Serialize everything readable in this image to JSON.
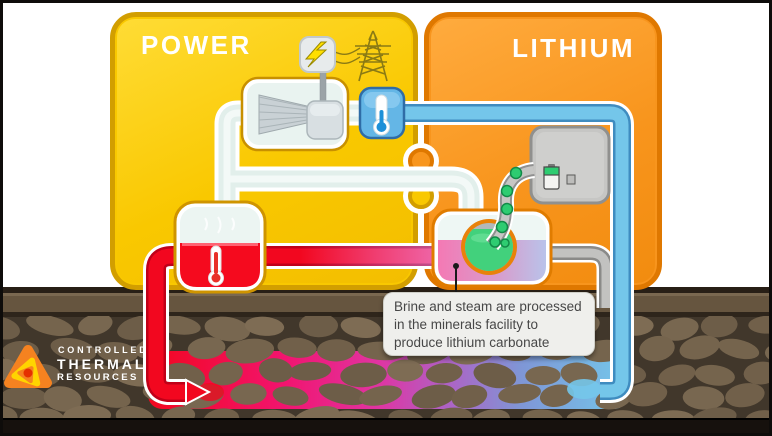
{
  "panels": {
    "power": {
      "label": "POWER",
      "color": "#F9C800"
    },
    "lithium": {
      "label": "LITHIUM",
      "color": "#F8951D"
    }
  },
  "tooltip": {
    "lines": [
      "Brine and steam are processed",
      "in the minerals facility to",
      "produce lithium carbonate"
    ]
  },
  "logo": {
    "lines": [
      "CONTROLLED",
      "THERMAL",
      "RESOURCES"
    ]
  },
  "colors": {
    "hot_brine": "#F2071F",
    "brine_pink": "#EE6FB5",
    "cool_water": "#74C6EA",
    "steam_pipe": "#E2EFEB",
    "lithium_green": "#2ECC71",
    "ground_base": "#41372B",
    "power_panel": "#F9C800",
    "lithium_panel": "#F8951D"
  },
  "icons": [
    "turbine-icon",
    "generator-icon",
    "electricity-icon",
    "transmission-tower-icon",
    "cold-thermometer-icon",
    "hot-thermometer-icon",
    "separator-vessel",
    "minerals-facility",
    "lithium-extraction-cell",
    "lithium-carbonate-dots",
    "battery-icon",
    "battery-factory",
    "injection-well-pipe",
    "production-well-pipe",
    "company-logo-icon"
  ]
}
